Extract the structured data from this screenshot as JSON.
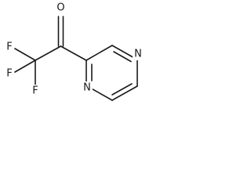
{
  "molecule": {
    "atoms": {
      "oxygen": "O",
      "fluorine_1": "F",
      "fluorine_2": "F",
      "fluorine_3": "F",
      "nitrogen_1": "N",
      "nitrogen_2": "N"
    }
  }
}
